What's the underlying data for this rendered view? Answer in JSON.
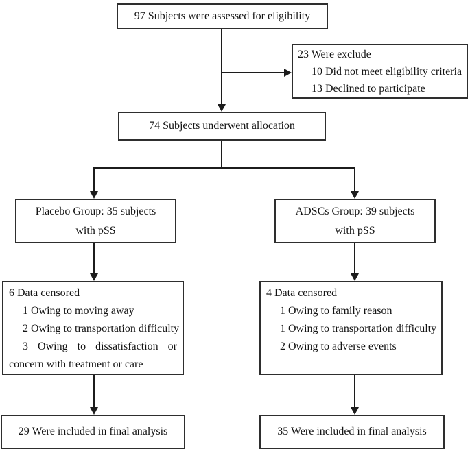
{
  "colors": {
    "background": "#ffffff",
    "box_border": "#2e2e2e",
    "line": "#1c1c1c",
    "text": "#141414"
  },
  "diagram": {
    "boxes": {
      "eligibility": {
        "text": "97 Subjects were assessed for eligibility"
      },
      "excluded": {
        "title": "23 Were exclude",
        "items": [
          "10 Did not meet eligibility criteria",
          "13 Declined to participate"
        ]
      },
      "allocation": {
        "text": "74 Subjects underwent allocation"
      },
      "placebo_group": {
        "lines": [
          "Placebo Group: 35 subjects",
          "with pSS"
        ]
      },
      "adscs_group": {
        "lines": [
          "ADSCs Group: 39 subjects",
          "with pSS"
        ]
      },
      "placebo_censored": {
        "title": "6 Data censored",
        "items": [
          "1 Owing to moving away",
          "2 Owing to transportation difficulty",
          "3 Owing to dissatisfaction or concern with treatment or care"
        ]
      },
      "adscs_censored": {
        "title": "4 Data censored",
        "items": [
          "1 Owing to family reason",
          "1 Owing to transportation difficulty",
          "2 Owing to adverse events"
        ]
      },
      "placebo_final": {
        "text": "29 Were included in final analysis"
      },
      "adscs_final": {
        "text": "35 Were included in final analysis"
      }
    }
  }
}
